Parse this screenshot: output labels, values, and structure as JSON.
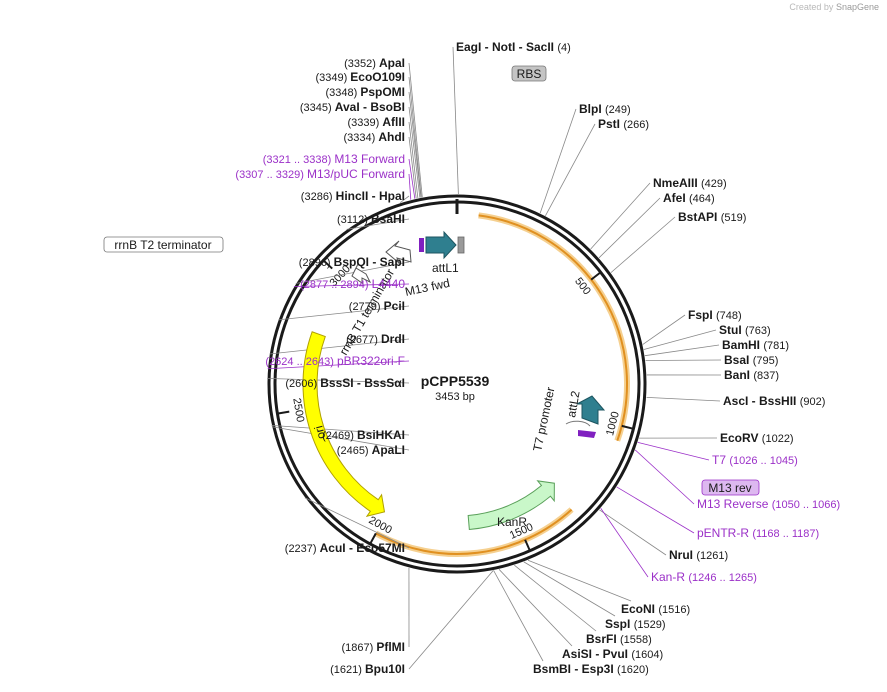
{
  "watermark": {
    "prefix": "Created by",
    "brand": "SnapGene"
  },
  "plasmid": {
    "name": "pCPP5539",
    "length": "3453 bp",
    "total_bp": 3453
  },
  "ticks": [
    {
      "bp": 500,
      "label": "500"
    },
    {
      "bp": 1000,
      "label": "1000"
    },
    {
      "bp": 1500,
      "label": "1500"
    },
    {
      "bp": 2000,
      "label": "2000"
    },
    {
      "bp": 2500,
      "label": "2500"
    },
    {
      "bp": 3000,
      "label": "3000"
    }
  ],
  "features": [
    {
      "name": "KanR",
      "start": 1700,
      "end": 1280,
      "kind": "cds",
      "color": "#c9f7c9"
    },
    {
      "name": "ori",
      "start": 2560,
      "end": 2010,
      "kind": "rep",
      "color": "#ffff00"
    },
    {
      "name": "attL1",
      "kind": "small-arrow",
      "color": "#2f7f8f"
    },
    {
      "name": "M13 fwd",
      "kind": "small-arrow",
      "color": "#2f7f8f"
    },
    {
      "name": "rrnB T1 terminator",
      "kind": "terminator"
    },
    {
      "name": "attL2",
      "kind": "small-arrow",
      "color": "#2f7f8f"
    },
    {
      "name": "T7 promoter",
      "kind": "promoter"
    }
  ],
  "orange_arcs": [
    {
      "start": 70,
      "end": 1050
    },
    {
      "start": 1320,
      "end": 2000
    }
  ],
  "boxed_labels": [
    {
      "name": "RBS",
      "style": "grey"
    },
    {
      "name": "rrnB T2 terminator",
      "style": "white"
    },
    {
      "name": "M13 rev",
      "style": "purple"
    }
  ],
  "enzymes_left": [
    {
      "pos": "(3352)",
      "name": "ApaI"
    },
    {
      "pos": "(3349)",
      "name": "EcoO109I"
    },
    {
      "pos": "(3348)",
      "name": "PspOMI"
    },
    {
      "pos": "(3345)",
      "name": "AvaI - BsoBI"
    },
    {
      "pos": "(3339)",
      "name": "AflII"
    },
    {
      "pos": "(3334)",
      "name": "AhdI"
    },
    {
      "pos": "(3321 .. 3338)",
      "name": "M13 Forward",
      "primer": true
    },
    {
      "pos": "(3307 .. 3329)",
      "name": "M13/pUC Forward",
      "primer": true
    },
    {
      "pos": "(3286)",
      "name": "HincII - HpaI"
    },
    {
      "pos": "(3112)",
      "name": "BsaHI"
    },
    {
      "pos": "(2896)",
      "name": "BspQI - SapI"
    },
    {
      "pos": "(2877 .. 2894)",
      "name": "L4440",
      "primer": true
    },
    {
      "pos": "(2779)",
      "name": "PciI"
    },
    {
      "pos": "(2677)",
      "name": "DrdI"
    },
    {
      "pos": "(2624 .. 2643)",
      "name": "pBR322ori-F",
      "primer": true
    },
    {
      "pos": "(2606)",
      "name": "BssSI - BssSαI"
    },
    {
      "pos": "(2469)",
      "name": "BsiHKAI"
    },
    {
      "pos": "(2465)",
      "name": "ApaLI"
    },
    {
      "pos": "(2237)",
      "name": "AcuI - Eco57MI"
    },
    {
      "pos": "(1867)",
      "name": "PflMI"
    },
    {
      "pos": "(1621)",
      "name": "Bpu10I"
    }
  ],
  "enzymes_right": [
    {
      "pos": "(4)",
      "name": "EagI - NotI - SacII"
    },
    {
      "pos": "(249)",
      "name": "BlpI"
    },
    {
      "pos": "(266)",
      "name": "PstI"
    },
    {
      "pos": "(429)",
      "name": "NmeAIII"
    },
    {
      "pos": "(464)",
      "name": "AfeI"
    },
    {
      "pos": "(519)",
      "name": "BstAPI"
    },
    {
      "pos": "(748)",
      "name": "FspI"
    },
    {
      "pos": "(763)",
      "name": "StuI"
    },
    {
      "pos": "(781)",
      "name": "BamHI"
    },
    {
      "pos": "(795)",
      "name": "BsaI"
    },
    {
      "pos": "(837)",
      "name": "BanI"
    },
    {
      "pos": "(902)",
      "name": "AscI - BssHII"
    },
    {
      "pos": "(1022)",
      "name": "EcoRV"
    },
    {
      "pos": "(1026 .. 1045)",
      "name": "T7",
      "primer": true
    },
    {
      "pos": "(1050 .. 1066)",
      "name": "M13 Reverse",
      "primer": true
    },
    {
      "pos": "(1168 .. 1187)",
      "name": "pENTR-R",
      "primer": true
    },
    {
      "pos": "(1261)",
      "name": "NruI"
    },
    {
      "pos": "(1246 .. 1265)",
      "name": "Kan-R",
      "primer": true
    },
    {
      "pos": "(1516)",
      "name": "EcoNI"
    },
    {
      "pos": "(1529)",
      "name": "SspI"
    },
    {
      "pos": "(1558)",
      "name": "BsrFI"
    },
    {
      "pos": "(1604)",
      "name": "AsiSI - PvuI"
    },
    {
      "pos": "(1620)",
      "name": "BsmBI - Esp3I"
    }
  ],
  "colors": {
    "primer": "#9b30c8",
    "enzyme": "#000000",
    "position": "#000000",
    "orange": "#f0a020",
    "backbone": "#1a1a1a"
  }
}
